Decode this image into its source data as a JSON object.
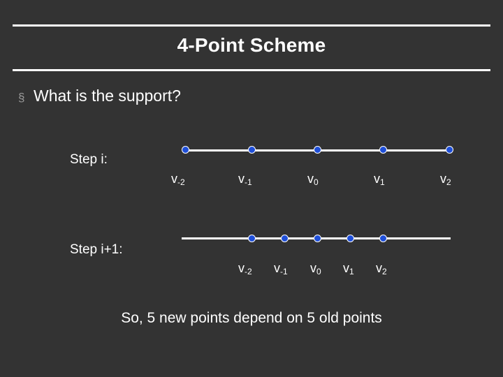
{
  "slide": {
    "title": "4-Point Scheme",
    "bullet": {
      "marker": "§",
      "text": "What is the support?"
    },
    "step_i": {
      "label_prefix": "Step ",
      "label_italic": "i",
      "label_suffix": ":",
      "full_label": "Step i:",
      "points": [
        {
          "base": "v",
          "sub": "-2"
        },
        {
          "base": "v",
          "sub": "-1"
        },
        {
          "base": "v",
          "sub": "0"
        },
        {
          "base": "v",
          "sub": "1"
        },
        {
          "base": "v",
          "sub": "2"
        }
      ]
    },
    "step_i1": {
      "full_label": "Step i+1:",
      "points": [
        {
          "base": "v",
          "sub": "-2"
        },
        {
          "base": "v",
          "sub": "-1"
        },
        {
          "base": "v",
          "sub": "0"
        },
        {
          "base": "v",
          "sub": "1"
        },
        {
          "base": "v",
          "sub": "2"
        }
      ]
    },
    "closing_text": "So, 5 new points depend on 5 old points",
    "colors": {
      "background": "#333333",
      "text": "#ffffff",
      "dot_fill": "#1f4fd8",
      "dot_stroke": "#ffffff",
      "bullet_marker": "#9a9a9a"
    }
  }
}
